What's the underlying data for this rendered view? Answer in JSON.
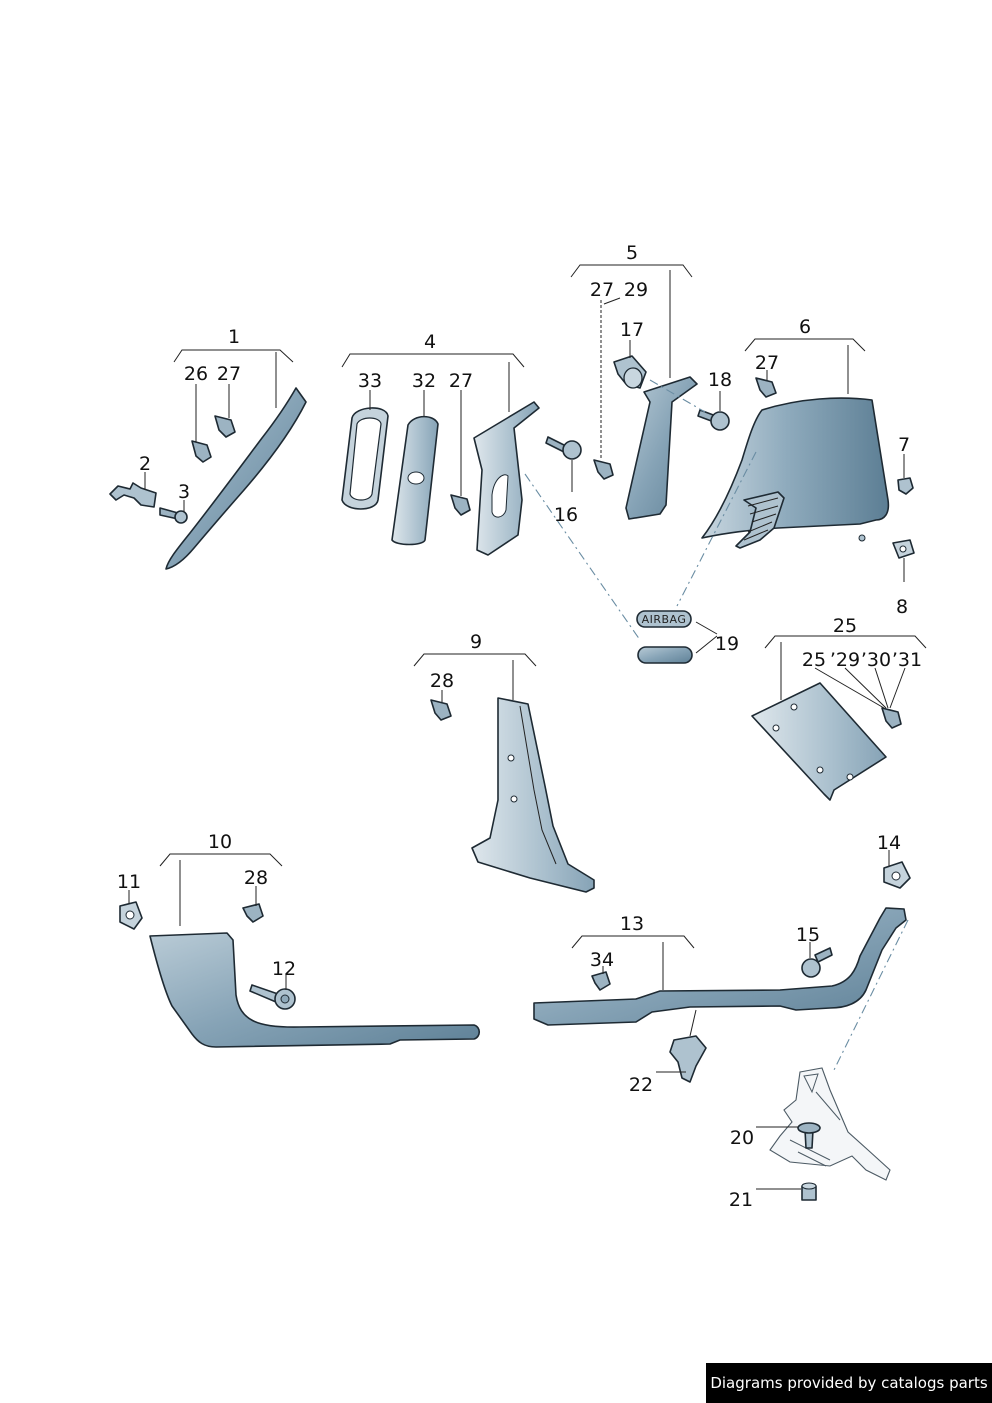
{
  "callouts": {
    "n1": "1",
    "n2": "2",
    "n3": "3",
    "n4": "4",
    "n5": "5",
    "n6": "6",
    "n7": "7",
    "n8": "8",
    "n9": "9",
    "n10": "10",
    "n11": "11",
    "n12": "12",
    "n13": "13",
    "n14": "14",
    "n15": "15",
    "n16": "16",
    "n17": "17",
    "n18": "18",
    "n19": "19",
    "n20": "20",
    "n21": "21",
    "n22": "22",
    "n25": "25",
    "n26": "26",
    "n27": "27",
    "n28": "28",
    "n29": "29",
    "n32": "32",
    "n33": "33",
    "n34": "34",
    "g1_27": "27",
    "g4_27": "27",
    "g5_27": "27",
    "g5_29": "29",
    "g6_27": "27",
    "g25_25": "25",
    "g25_29": "’29",
    "g25_30": "’30",
    "g25_31": "’31"
  },
  "airbag_label": "AIRBAG",
  "footer": {
    "text": "Diagrams provided by catalogs parts"
  },
  "colors": {
    "part_fill": "#7e9cb0",
    "part_light": "#a9bfcd",
    "line": "#1e2a33",
    "footer_bg": "#000000"
  }
}
